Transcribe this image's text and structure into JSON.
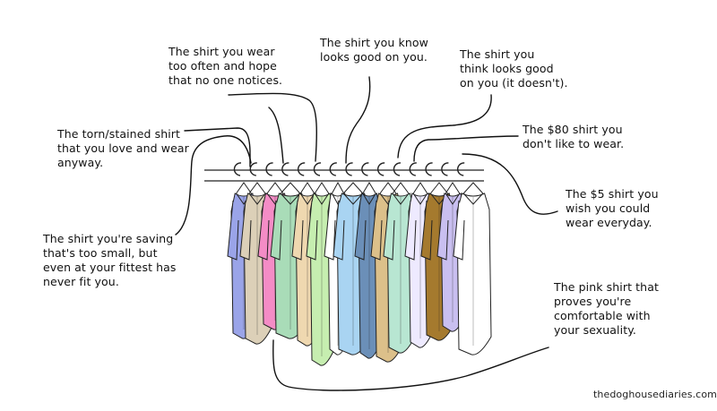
{
  "captions": {
    "wear_too_often": "The shirt you wear\ntoo often and hope\nthat no one notices.",
    "know_looks_good": "The shirt you know\nlooks good on you.",
    "think_looks_good": "The shirt you\nthink looks good\non you (it doesn't).",
    "torn_stained": "The torn/stained shirt\nthat you love and wear\nanyway.",
    "eighty_dollar": "The $80 shirt you\ndon't like to wear.",
    "five_dollar": "The $5 shirt you\nwish you could\nwear everyday.",
    "too_small": "The shirt you're saving\nthat's too small, but\neven at your fittest has\nnever fit you.",
    "pink_shirt": "The pink shirt that\nproves you're\ncomfortable with\nyour sexuality."
  },
  "credit": "thedoghousediaries.com",
  "colors": {
    "ink": "#111111",
    "rod": "#222222",
    "shirts": [
      "#9aa4e8",
      "#dcd0b8",
      "#f48cc6",
      "#a9dcb8",
      "#efd8b0",
      "#c6eeb0",
      "#ffffff",
      "#a9d4f2",
      "#6b8fb8",
      "#dcc08a",
      "#b8e6d2",
      "#eeeaff",
      "#a57a2e",
      "#c9bff0",
      "#ffffff"
    ]
  }
}
